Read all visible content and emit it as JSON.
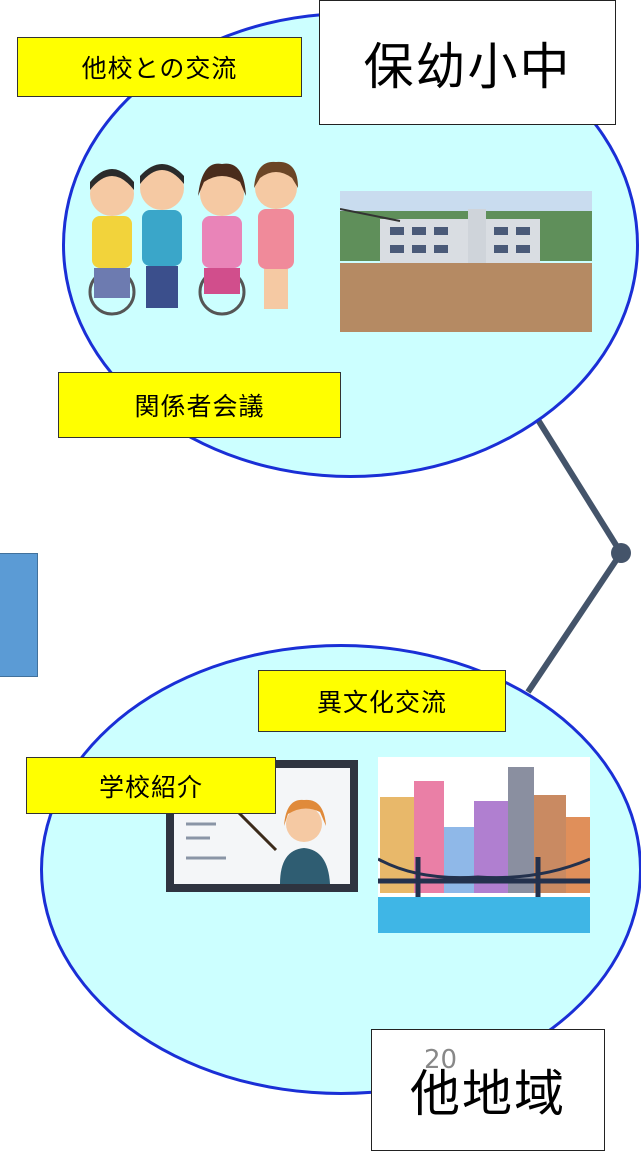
{
  "top_group": {
    "title": "保幼小中",
    "label_exchange": "他校との交流",
    "label_meeting": "関係者会議"
  },
  "bottom_group": {
    "title": "他地域",
    "label_culture": "異文化交流",
    "label_intro": "学校紹介"
  },
  "page_number": "20",
  "colors": {
    "ellipse_fill": "#ccffff",
    "ellipse_stroke": "#1a2fd6",
    "label_fill": "#ffff00",
    "connector": "#44546a",
    "side_block": "#5b9bd5"
  }
}
